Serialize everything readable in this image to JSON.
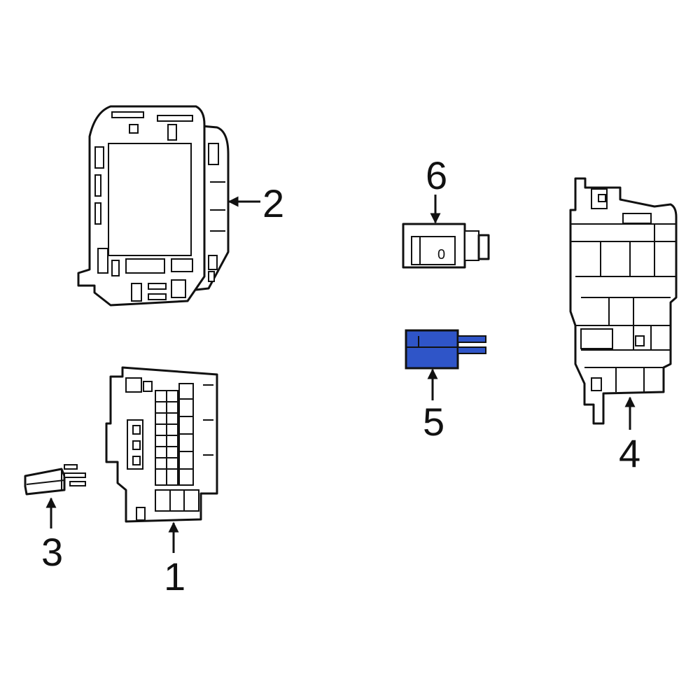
{
  "diagram": {
    "highlight_color": "#2f55c8",
    "callouts": [
      {
        "id": "1",
        "label": "1"
      },
      {
        "id": "2",
        "label": "2"
      },
      {
        "id": "3",
        "label": "3"
      },
      {
        "id": "4",
        "label": "4"
      },
      {
        "id": "5",
        "label": "5",
        "highlighted": true
      },
      {
        "id": "6",
        "label": "6"
      }
    ],
    "part6_marking": "0"
  }
}
